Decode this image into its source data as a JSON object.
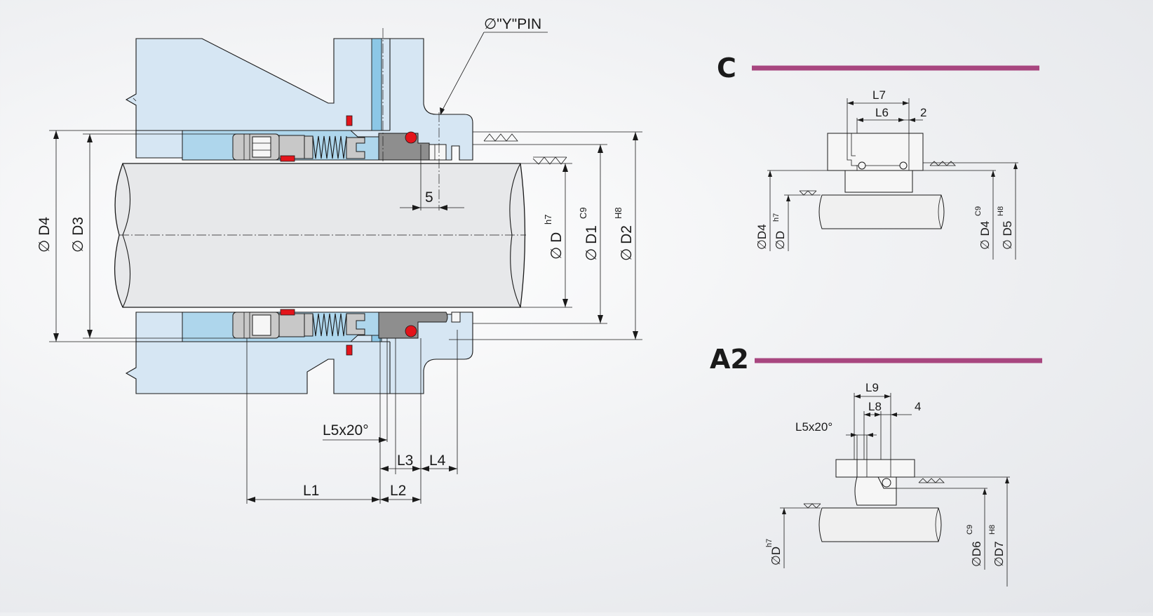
{
  "main": {
    "pin_label": "∅\"Y\"PIN",
    "d4": "∅ D4",
    "d3": "∅ D3",
    "d": "∅ D",
    "d_sup": "h7",
    "d1": "∅ D1",
    "d1_sup": "C9",
    "d2": "∅ D2",
    "d2_sup": "H8",
    "five": "5",
    "chamfer": "L5x20°",
    "l1": "L1",
    "l2": "L2",
    "l3": "L3",
    "l4": "L4"
  },
  "variant_c": {
    "title": "C",
    "l7": "L7",
    "l6": "L6",
    "two": "2",
    "d4_left": "∅D4",
    "d_left": "∅D",
    "d_left_sup": "h7",
    "d4_right": "∅ D4",
    "d4_right_sup": "C9",
    "d5": "∅ D5",
    "d5_sup": "H8"
  },
  "variant_a2": {
    "title": "A2",
    "l9": "L9",
    "l8": "L8",
    "four": "4",
    "chamfer": "L5x20°",
    "d_left": "∅D",
    "d_left_sup": "h7",
    "d6": "∅D6",
    "d6_sup": "C9",
    "d7": "∅D7",
    "d7_sup": "H8"
  },
  "colors": {
    "accent_bar": "#a8467f",
    "housing": "#d6e6f3",
    "seal_chamber": "#aed6ec",
    "o_ring": "#e3141b"
  }
}
